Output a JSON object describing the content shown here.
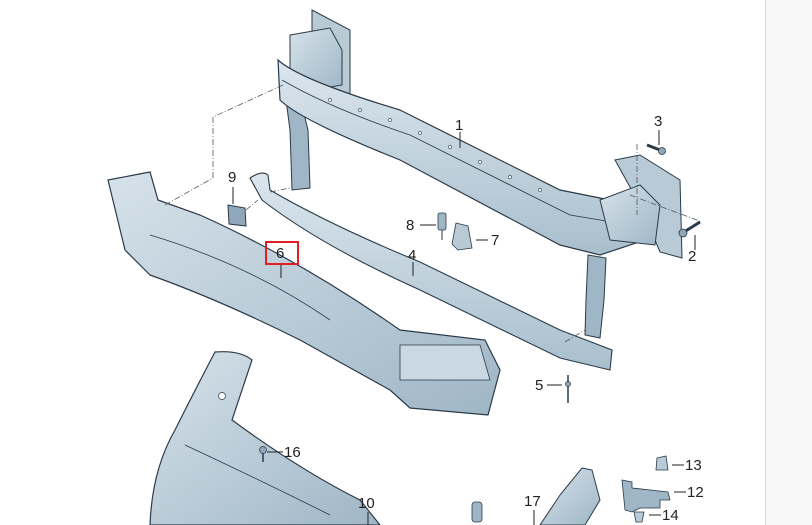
{
  "diagram": {
    "type": "exploded-parts-diagram",
    "subject": "front bumper reinforcement assembly",
    "highlighted_part": "6",
    "highlight_color": "#e02020",
    "part_fill_color": "#c9d8e2",
    "part_shade_color": "#8fa7b8",
    "outline_color": "#2a3a48",
    "callouts": [
      {
        "id": "1",
        "label": "1",
        "part": "bumper-crossmember"
      },
      {
        "id": "2",
        "label": "2",
        "part": "bolt-lower"
      },
      {
        "id": "3",
        "label": "3",
        "part": "bolt-upper"
      },
      {
        "id": "4",
        "label": "4",
        "part": "lower-trim-strip"
      },
      {
        "id": "5",
        "label": "5",
        "part": "rivet-clip"
      },
      {
        "id": "6",
        "label": "6",
        "part": "impact-absorber-foam"
      },
      {
        "id": "7",
        "label": "7",
        "part": "bracket"
      },
      {
        "id": "8",
        "label": "8",
        "part": "sensor-plug"
      },
      {
        "id": "9",
        "label": "9",
        "part": "pad"
      },
      {
        "id": "10",
        "label": "10",
        "part": "bumper-cover"
      },
      {
        "id": "12",
        "label": "12",
        "part": "guide-bracket"
      },
      {
        "id": "13",
        "label": "13",
        "part": "spreader-nut-upper"
      },
      {
        "id": "14",
        "label": "14",
        "part": "spreader-nut-lower"
      },
      {
        "id": "16",
        "label": "16",
        "part": "screw"
      },
      {
        "id": "17",
        "label": "17",
        "part": "side-bracket"
      }
    ]
  }
}
